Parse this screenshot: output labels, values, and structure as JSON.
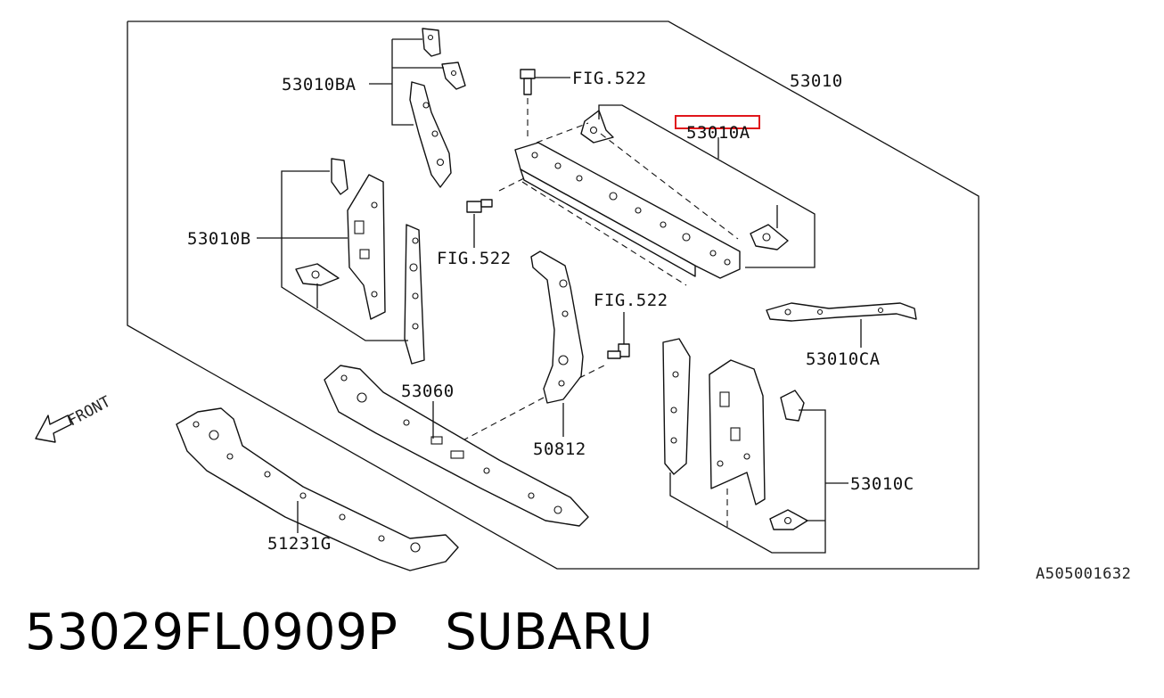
{
  "callouts": {
    "c53010": "53010",
    "c53010BA": "53010BA",
    "c53010A": "53010A",
    "c53010B": "53010B",
    "fig522_top": "FIG.522",
    "fig522_left": "FIG.522",
    "fig522_mid": "FIG.522",
    "c53010CA": "53010CA",
    "c53060": "53060",
    "c50812": "50812",
    "c53010C": "53010C",
    "c51231G": "51231G"
  },
  "front_label": "FRONT",
  "reference_code": "A505001632",
  "caption": {
    "part_number": "53029FL0909P",
    "brand": "SUBARU"
  },
  "highlight_color": "#e0161b"
}
